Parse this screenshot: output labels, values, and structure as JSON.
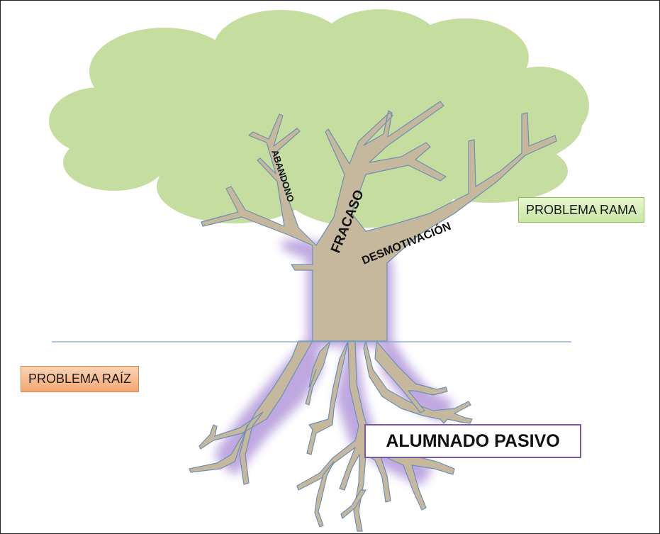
{
  "diagram": {
    "branches": [
      {
        "name": "abandono",
        "label": "ABANDONO"
      },
      {
        "name": "fracaso",
        "label": "FRACASO"
      },
      {
        "name": "desmotivacion",
        "label": "DESMOTIVACIÓN"
      }
    ],
    "branch_problem_tag": "PROBLEMA RAMA",
    "root_problem_tag": "PROBLEMA RAÍZ",
    "root_problem": "ALUMNADO PASIVO"
  },
  "colors": {
    "canopy": "#c6dda0",
    "trunk": "#c6b89c",
    "trunk_outline": "#6d8fb5",
    "root_glow": "#a98bd6",
    "ground_line": "#7fa7cc",
    "branch_tag_fill": "#d9efb9",
    "root_tag_fill": "#f8bf95",
    "root_box_border": "#7a5a9c"
  }
}
